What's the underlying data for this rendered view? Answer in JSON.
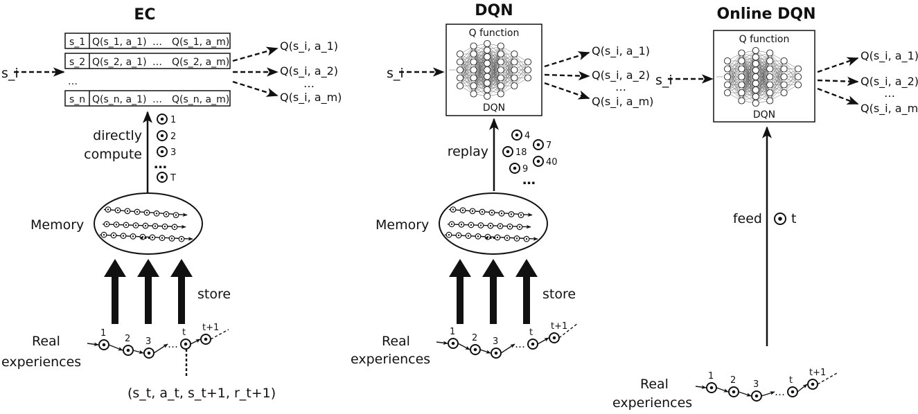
{
  "panels": [
    {
      "title": "EC",
      "title_color": "#3de03d",
      "input": "s_i",
      "table_rows": [
        [
          "s_1",
          "Q(s_1, a_1)",
          "…",
          "Q(s_1, a_m)"
        ],
        [
          "s_2",
          "Q(s_2, a_1)",
          "…",
          "Q(s_2, a_m)"
        ],
        [
          "…",
          "",
          "",
          ""
        ],
        [
          "s_n",
          "Q(s_n, a_1)",
          "…",
          "Q(s_n, a_m)"
        ]
      ],
      "outputs": [
        "Q(s_i, a_1)",
        "Q(s_i, a_2)",
        "…",
        "Q(s_i, a_m)"
      ],
      "arrow_label": "directly compute",
      "sampled_steps": [
        "1",
        "2",
        "3",
        "…",
        "T"
      ],
      "memory_label": "Memory",
      "store_label": "store",
      "experience_label": "Real experiences",
      "timeline_steps": [
        "1",
        "2",
        "3",
        "t",
        "t+1"
      ],
      "transition": "(s_t, a_t, s_t+1, r_t+1)"
    },
    {
      "title": "DQN",
      "title_color": "#f2a20d",
      "input": "s_i",
      "box_title": "Q function",
      "box_caption": "DQN",
      "outputs": [
        "Q(s_i, a_1)",
        "Q(s_i, a_2)",
        "…",
        "Q(s_i, a_m)"
      ],
      "arrow_label": "replay",
      "sampled_steps": [
        "4",
        "7",
        "18",
        "40",
        "9",
        "…"
      ],
      "memory_label": "Memory",
      "store_label": "store",
      "experience_label": "Real experiences",
      "timeline_steps": [
        "1",
        "2",
        "3",
        "t",
        "t+1"
      ]
    },
    {
      "title": "Online DQN",
      "title_color": "#1515e0",
      "input": "s_i",
      "box_title": "Q function",
      "box_caption": "DQN",
      "outputs": [
        "Q(s_i, a_1)",
        "Q(s_i, a_2)",
        "…",
        "Q(s_i, a_m)"
      ],
      "arrow_label": "feed",
      "sampled_steps": [
        "t"
      ],
      "experience_label": "Real experiences",
      "timeline_steps": [
        "1",
        "2",
        "3",
        "t",
        "t+1"
      ]
    }
  ]
}
